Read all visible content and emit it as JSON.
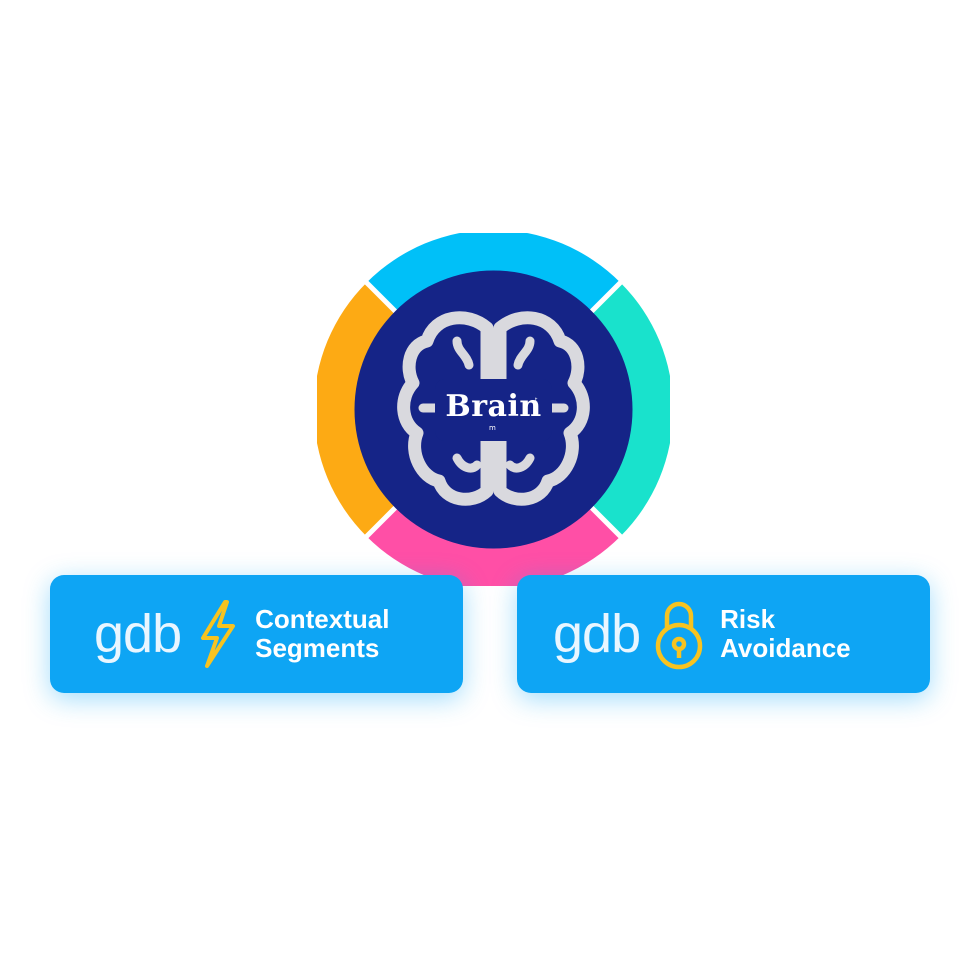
{
  "hub": {
    "brand_text": "Brain",
    "brand_sup": "t",
    "brand_sub": "m",
    "ring_colors": {
      "top": "#00c0f8",
      "right": "#19e2cc",
      "bottom": "#ff4fa6",
      "left": "#fdaa14"
    },
    "core_color": "#152487",
    "icon": "brain-icon"
  },
  "cards": [
    {
      "brand": "gdb",
      "icon": "lightning-icon",
      "label_line1": "Contextual",
      "label_line2": "Segments"
    },
    {
      "brand": "gdb",
      "icon": "padlock-icon",
      "label_line1": "Risk",
      "label_line2": "Avoidance"
    }
  ],
  "colors": {
    "card_bg": "#0ea5f4",
    "icon_accent": "#f7c320"
  }
}
